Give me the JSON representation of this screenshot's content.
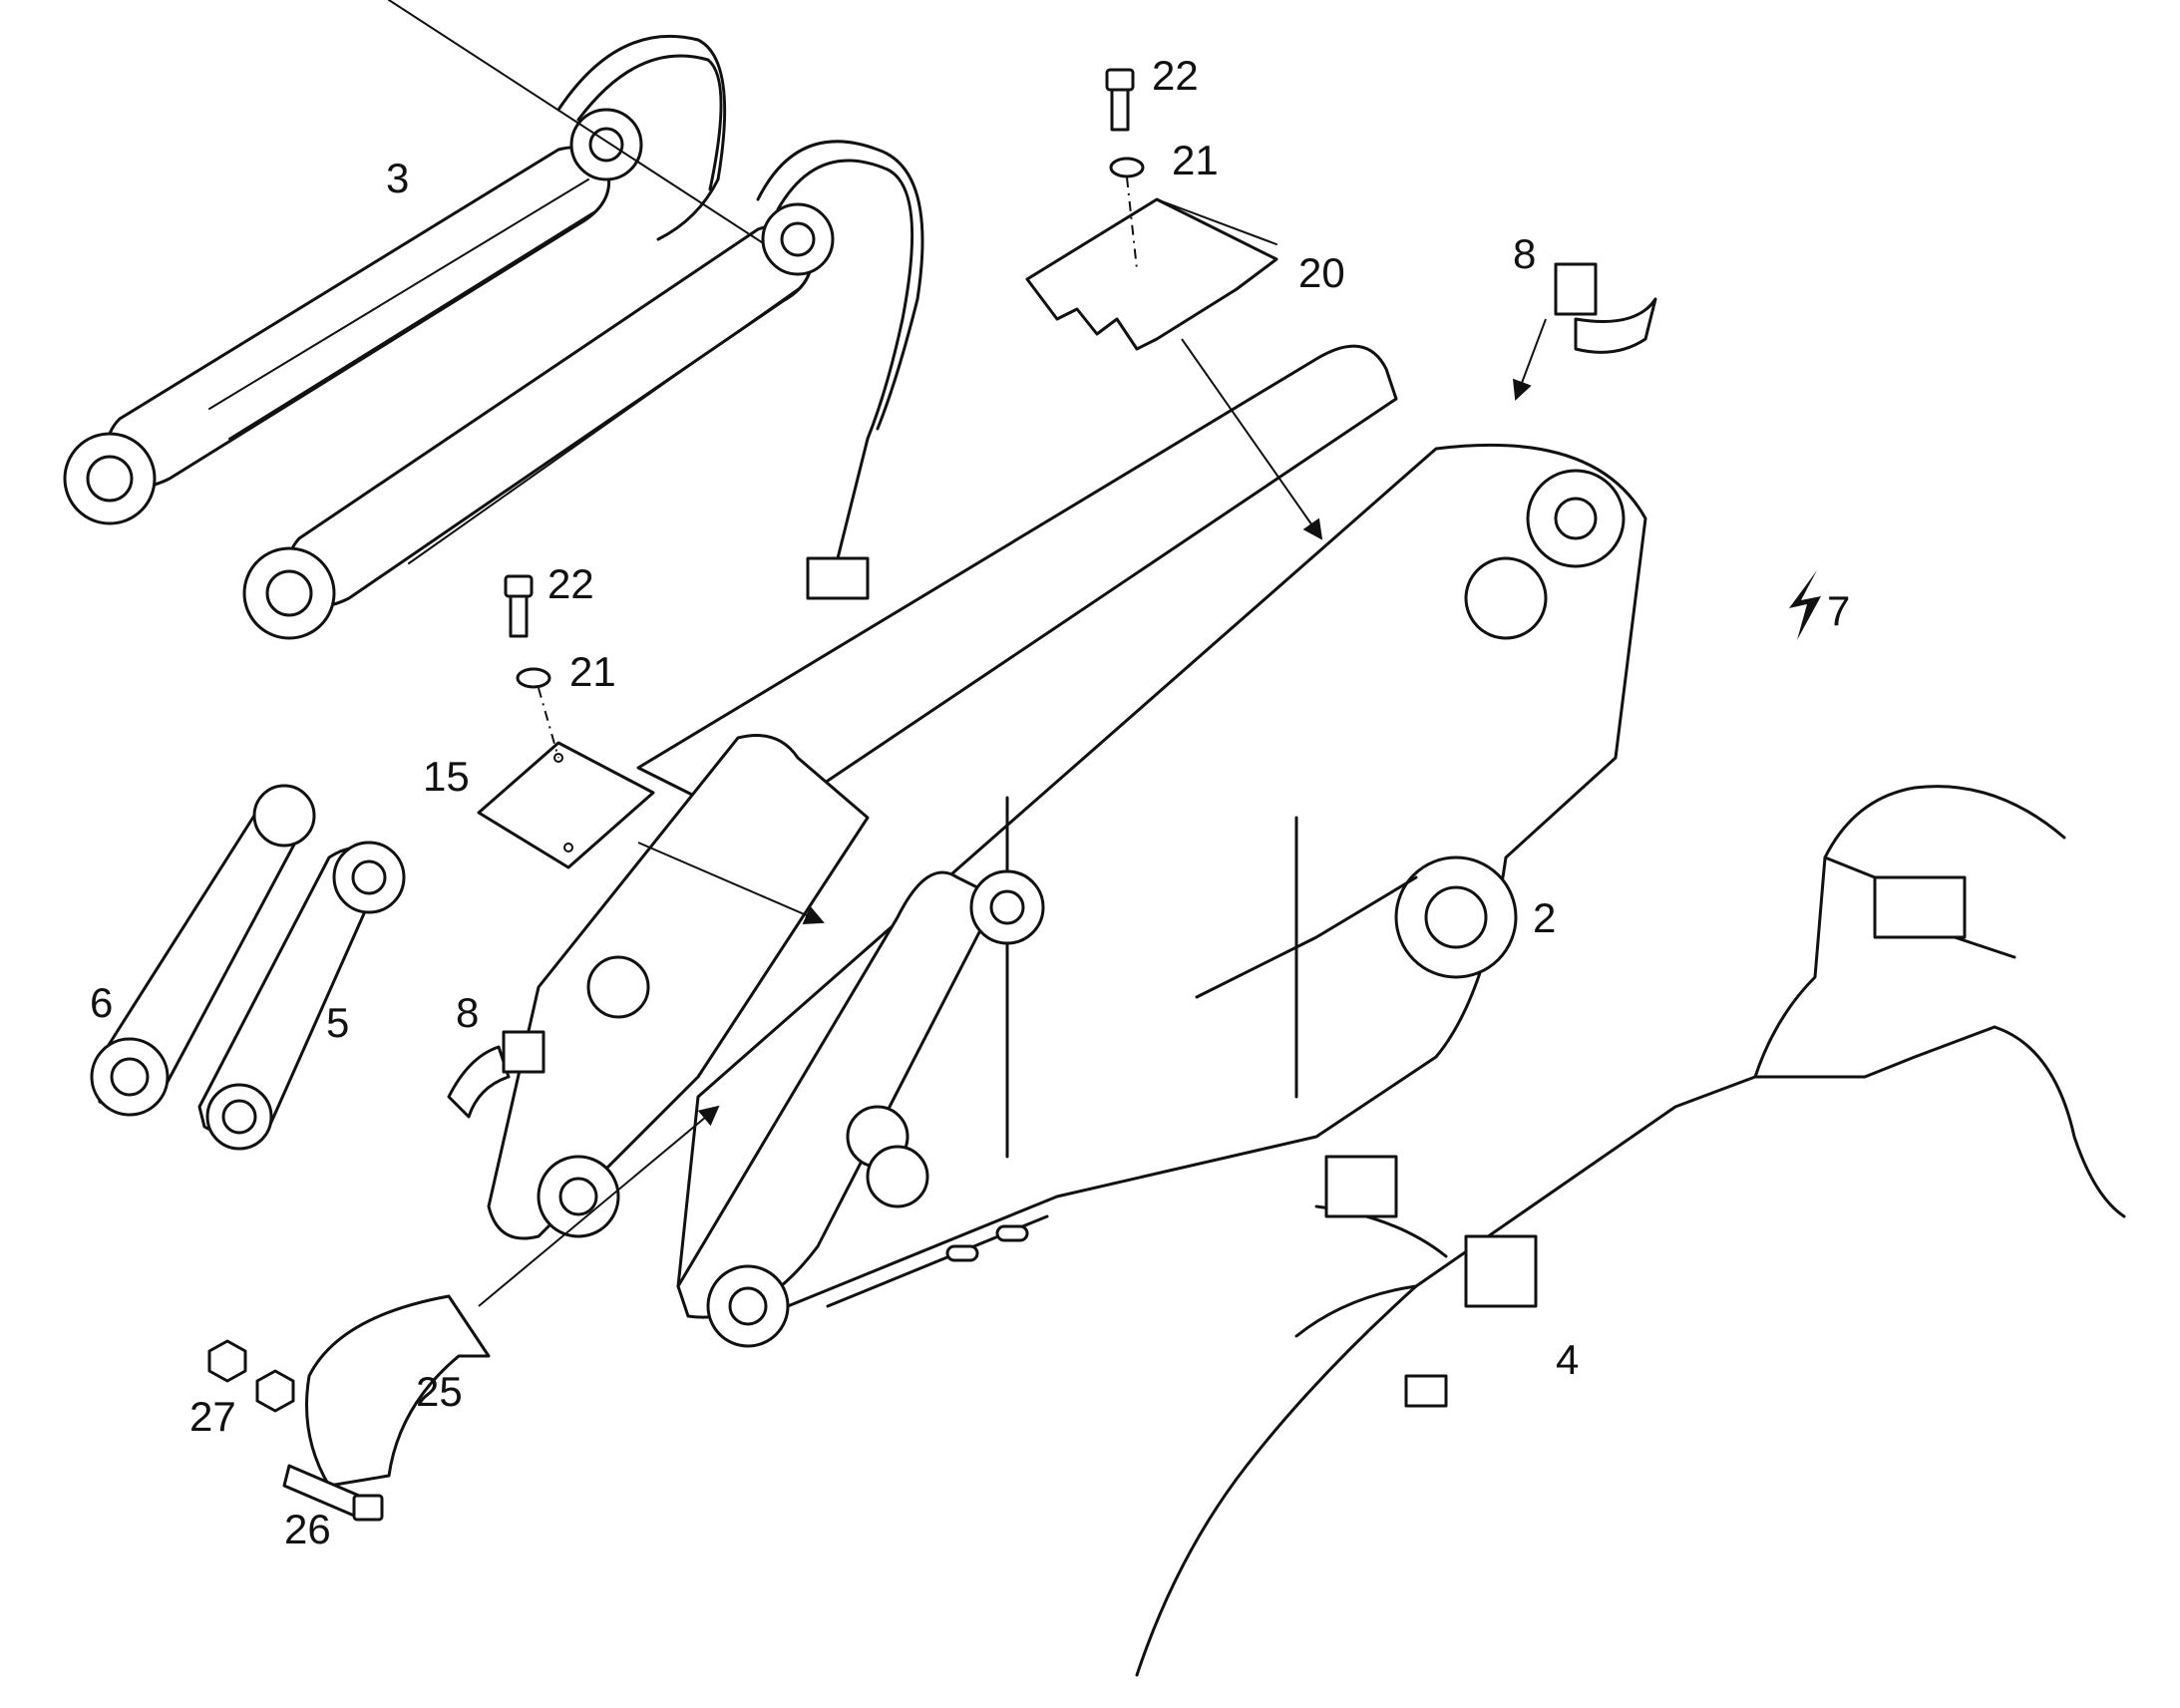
{
  "callouts": {
    "c2": "2",
    "c3": "3",
    "c4": "4",
    "c5": "5",
    "c6": "6",
    "c7": "7",
    "c8_top": "8",
    "c8_left": "8",
    "c15": "15",
    "c20": "20",
    "c21_top": "21",
    "c21_mid": "21",
    "c22_top": "22",
    "c22_mid": "22",
    "c25": "25",
    "c26": "26",
    "c27": "27"
  },
  "colors": {
    "line": "#111111",
    "background": "#ffffff"
  },
  "icons": {
    "electrical": "lightning-bolt-icon"
  }
}
